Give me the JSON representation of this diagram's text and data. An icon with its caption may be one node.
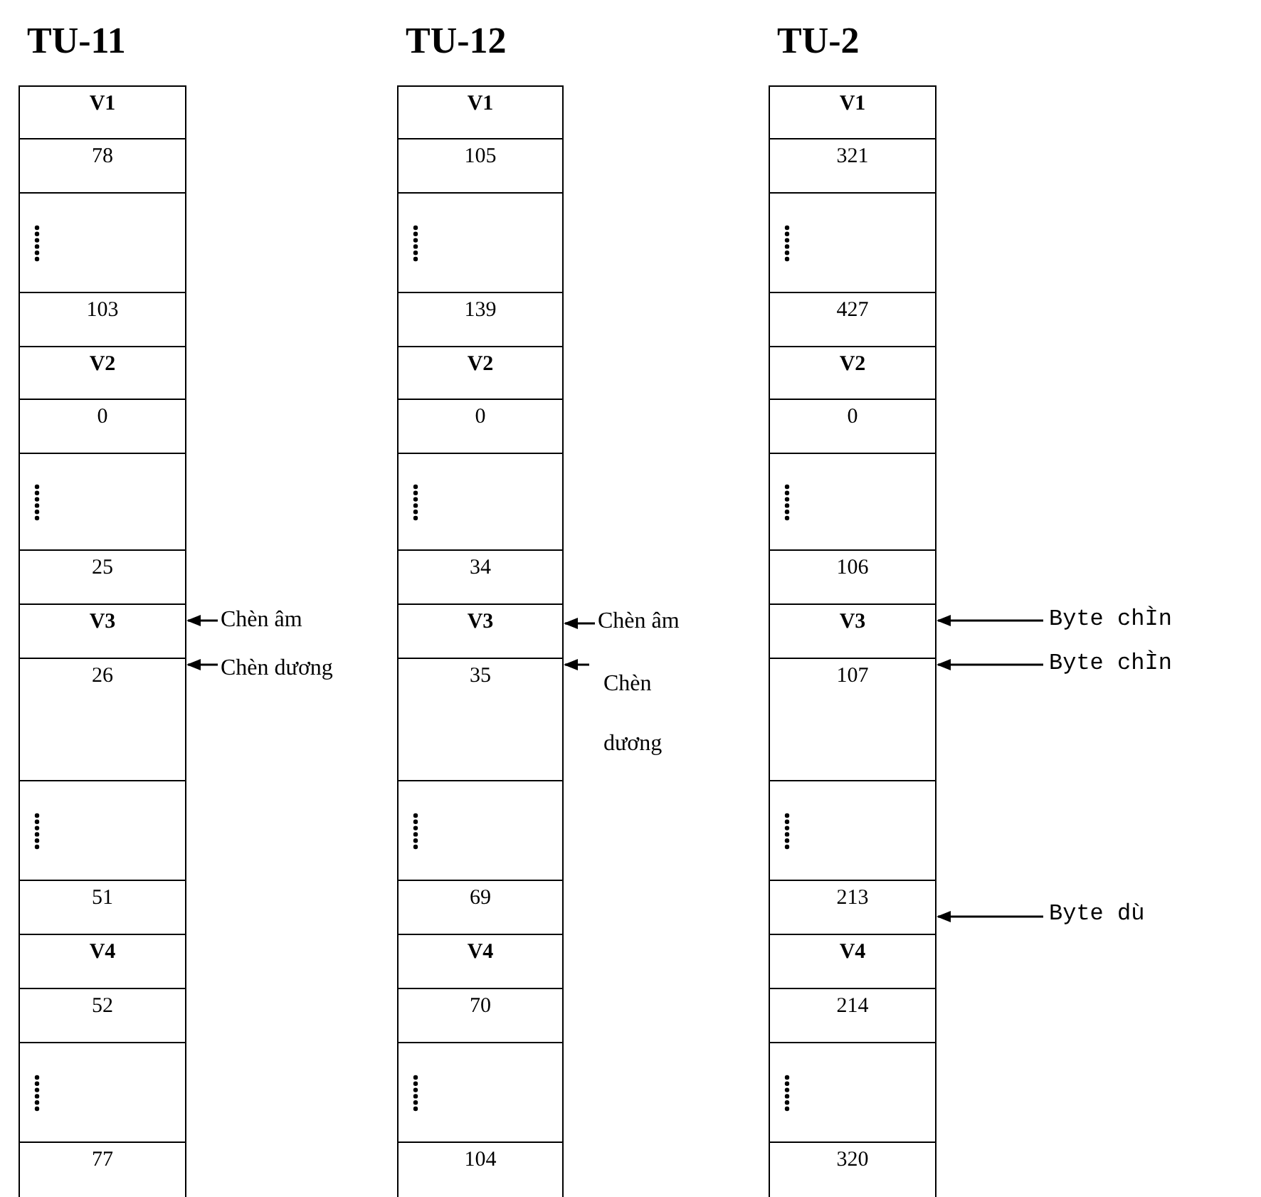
{
  "diagram": {
    "nodes": [
      {
        "text": [
          "TU-11"
        ]
      },
      {
        "text": [
          "V1"
        ],
        "in": 0
      },
      {
        "text": [
          "78"
        ],
        "in": 0
      },
      {
        "text": [],
        "shape": "box",
        "in": 0
      },
      {
        "text": [
          "103"
        ],
        "in": 0
      },
      {
        "text": [
          "V2"
        ],
        "in": 0
      },
      {
        "text": [
          "0"
        ],
        "in": 0
      },
      {
        "text": [],
        "shape": "box",
        "in": 0
      },
      {
        "text": [
          "25"
        ],
        "in": 0
      },
      {
        "text": [
          "V3"
        ],
        "in": 0
      },
      {
        "text": [
          "26"
        ],
        "in": 0
      },
      {
        "text": [],
        "shape": "box",
        "in": 0
      },
      {
        "text": [
          "51"
        ],
        "in": 0
      },
      {
        "text": [
          "V4"
        ],
        "in": 0
      },
      {
        "text": [
          "52"
        ],
        "in": 0
      },
      {
        "text": [],
        "shape": "box",
        "in": 0
      },
      {
        "text": [
          "77"
        ],
        "in": 0
      },
      {
        "text": [
          "TU-12"
        ]
      },
      {
        "text": [
          "V1"
        ],
        "in": 17
      },
      {
        "text": [
          "105"
        ],
        "in": 17
      },
      {
        "text": [],
        "shape": "box",
        "in": 17
      },
      {
        "text": [
          "139"
        ],
        "in": 17
      },
      {
        "text": [
          "V2"
        ],
        "in": 17
      },
      {
        "text": [
          "0"
        ],
        "in": 17
      },
      {
        "text": [],
        "shape": "box",
        "in": 17
      },
      {
        "text": [
          "34"
        ],
        "in": 17
      },
      {
        "text": [
          "V3"
        ],
        "in": 17
      },
      {
        "text": [
          "35"
        ],
        "in": 17
      },
      {
        "text": [],
        "shape": "box",
        "in": 17
      },
      {
        "text": [
          "69"
        ],
        "in": 17
      },
      {
        "text": [
          "V4"
        ],
        "in": 17
      },
      {
        "text": [
          "70"
        ],
        "in": 17
      },
      {
        "text": [],
        "shape": "box",
        "in": 17
      },
      {
        "text": [
          "104"
        ],
        "in": 17
      },
      {
        "text": [
          "TU-2"
        ]
      },
      {
        "text": [
          "V1"
        ],
        "in": 34
      },
      {
        "text": [
          "321"
        ],
        "in": 34
      },
      {
        "text": [],
        "shape": "box",
        "in": 34
      },
      {
        "text": [
          "427"
        ],
        "in": 34
      },
      {
        "text": [
          "V2"
        ],
        "in": 34
      },
      {
        "text": [
          "0"
        ],
        "in": 34
      },
      {
        "text": [],
        "shape": "box",
        "in": 34
      },
      {
        "text": [
          "106"
        ],
        "in": 34
      },
      {
        "text": [
          "V3"
        ],
        "in": 34
      },
      {
        "text": [
          "107"
        ],
        "in": 34
      },
      {
        "text": [],
        "shape": "box",
        "in": 34
      },
      {
        "text": [
          "213"
        ],
        "in": 34
      },
      {
        "text": [
          "V4"
        ],
        "in": 34
      },
      {
        "text": [
          "214"
        ],
        "in": 34
      },
      {
        "text": [],
        "shape": "box",
        "in": 34
      },
      {
        "text": [
          "320"
        ],
        "in": 34
      },
      {
        "text": [
          "Chèn âm"
        ]
      },
      {
        "text": [
          "Chèn dương"
        ]
      },
      {
        "text": [
          "Chèn âm"
        ]
      },
      {
        "text": [
          "Chèn dương"
        ]
      },
      {
        "text": [
          "Byte chÌn"
        ]
      },
      {
        "text": [
          "Byte chÌn"
        ]
      },
      {
        "text": [
          "Byte dù"
        ]
      }
    ],
    "edges": [
      {
        "from": 51,
        "to": 9,
        "arrow": "to"
      },
      {
        "from": 52,
        "to": 10,
        "arrow": "to"
      },
      {
        "from": 53,
        "to": 26,
        "arrow": "to"
      },
      {
        "from": 54,
        "to": 27,
        "arrow": "to"
      },
      {
        "from": 55,
        "to": 43,
        "arrow": "to"
      },
      {
        "from": 56,
        "to": 44,
        "arrow": "to"
      },
      {
        "from": 57,
        "to": 46,
        "arrow": "to"
      }
    ]
  }
}
